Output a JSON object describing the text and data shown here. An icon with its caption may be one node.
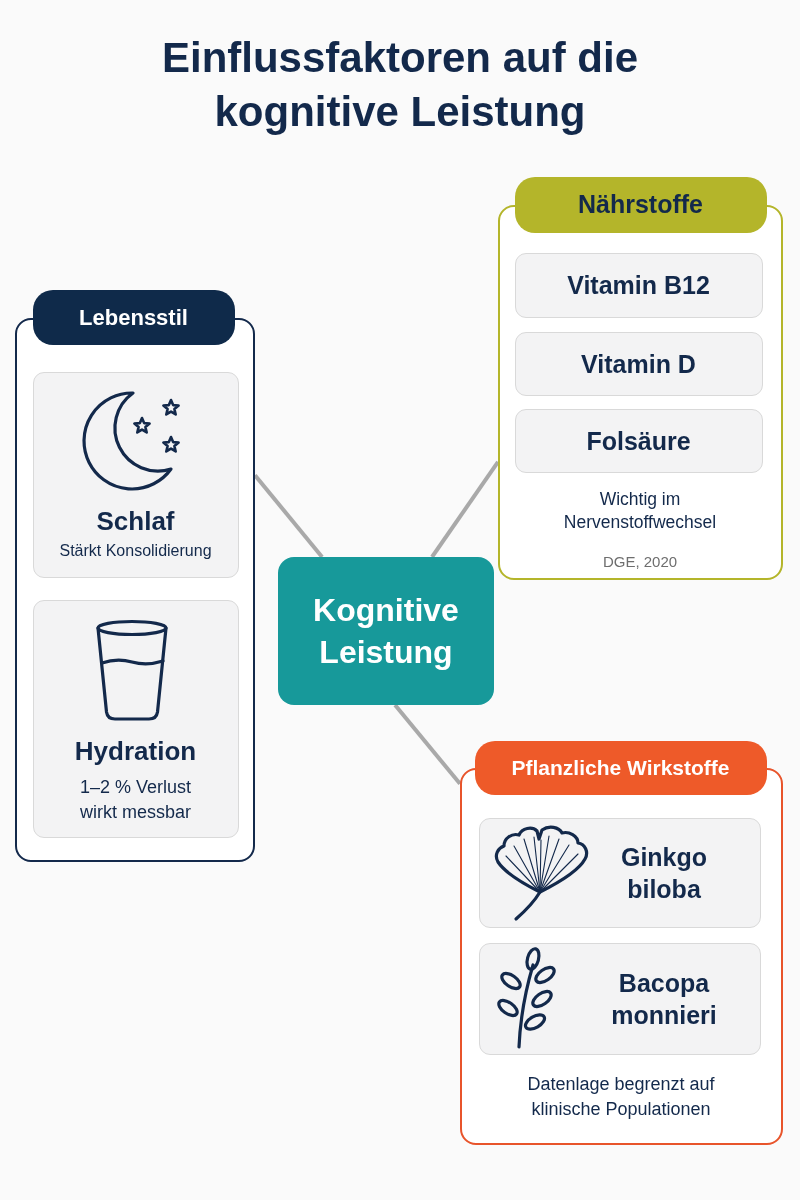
{
  "diagram": {
    "title": "Einflussfaktoren auf die kognitive Leistung",
    "nodes": [
      {
        "text": [
          "Nährstoffe",
          "Wichtig im Nervenstoffwechsel",
          "DGE, 2020"
        ]
      },
      {
        "text": [
          "Vitamin B12"
        ],
        "in": 0
      },
      {
        "text": [
          "Vitamin D"
        ],
        "in": 0
      },
      {
        "text": [
          "Folsäure"
        ],
        "in": 0
      },
      {
        "text": [
          "Lebensstil"
        ]
      },
      {
        "text": [
          "Schlaf",
          "Stärkt Konsolidierung"
        ],
        "in": 4
      },
      {
        "text": [
          "Hydration",
          "1–2 % Verlust wirkt messbar"
        ],
        "in": 4
      },
      {
        "text": [
          "Kognitive Leistung"
        ]
      },
      {
        "text": [
          "Pflanzliche Wirkstoffe",
          "Datenlage begrenzt auf klinische Populationen"
        ]
      },
      {
        "text": [
          "Ginkgo biloba"
        ],
        "in": 8
      },
      {
        "text": [
          "Bacopa monnieri"
        ],
        "in": 8
      }
    ],
    "edges": [
      {
        "from": 7,
        "to": 0,
        "arrow": "none"
      },
      {
        "from": 7,
        "to": 4,
        "arrow": "none"
      },
      {
        "from": 7,
        "to": 8,
        "arrow": "none"
      }
    ]
  }
}
